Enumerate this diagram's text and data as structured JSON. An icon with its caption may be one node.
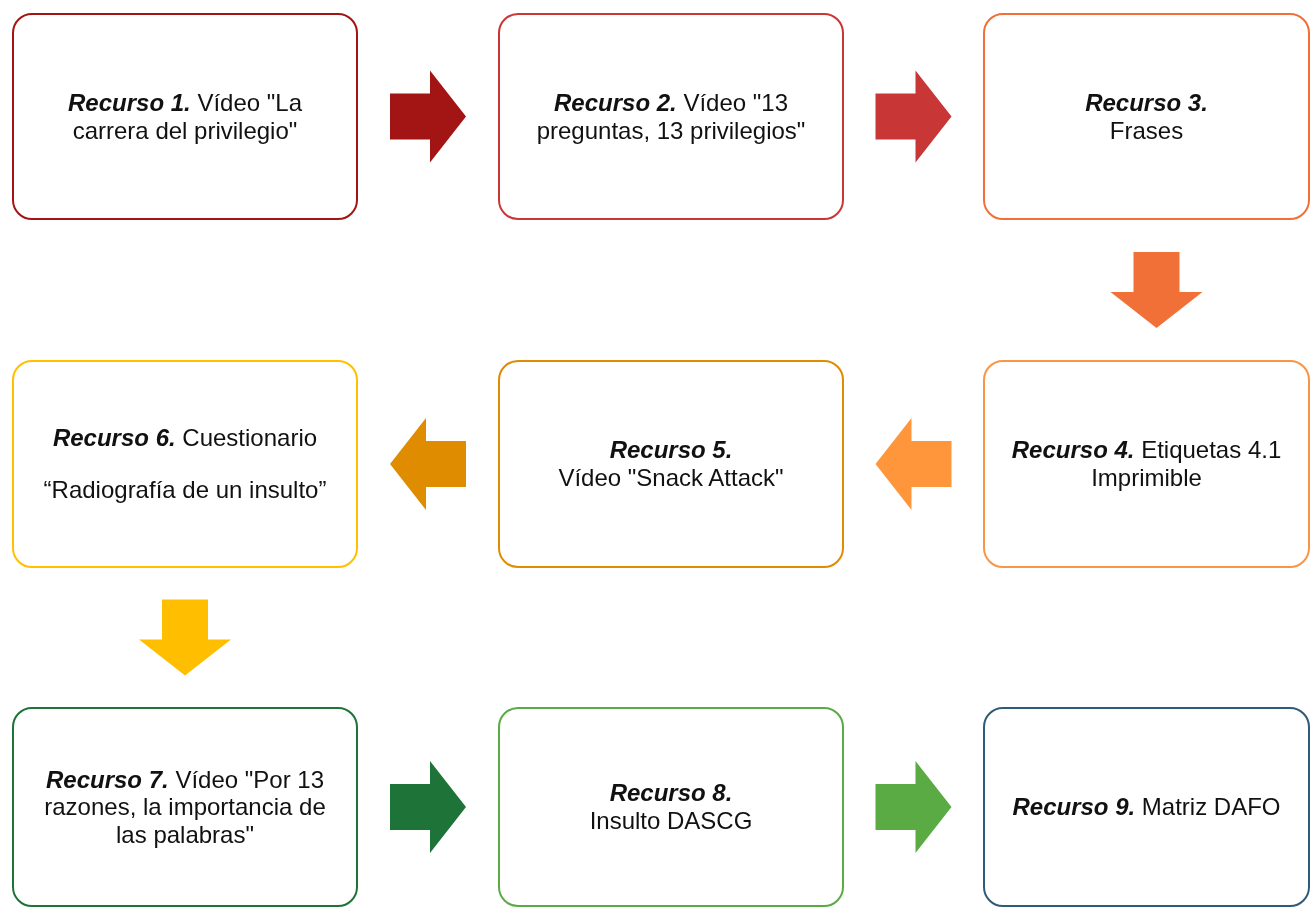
{
  "diagram": {
    "nodes": [
      {
        "text": [
          "Recurso 1.",
          "Vídeo \"La carrera del privilegio\""
        ]
      },
      {
        "text": [
          "Recurso 2.",
          "Vídeo \"13 preguntas, 13 privilegios\""
        ]
      },
      {
        "text": [
          "Recurso 3.",
          "Frases"
        ]
      },
      {
        "text": [
          "Recurso 4.",
          "Etiquetas 4.1 Imprimible"
        ]
      },
      {
        "text": [
          "Recurso 5.",
          "Vídeo \"Snack Attack\""
        ]
      },
      {
        "text": [
          "Recurso 6.",
          "Cuestionario “Radiografía de un insulto”"
        ]
      },
      {
        "text": [
          "Recurso 7.",
          "Vídeo \"Por 13 razones, la importancia de las palabras\""
        ]
      },
      {
        "text": [
          "Recurso 8.",
          "Insulto DASCG"
        ]
      },
      {
        "text": [
          "Recurso 9.",
          "Matriz DAFO"
        ]
      }
    ],
    "edges": [
      {
        "from": 0,
        "to": 1,
        "arrow": "to",
        "color": "#a31515"
      },
      {
        "from": 1,
        "to": 2,
        "arrow": "to",
        "color": "#c83636"
      },
      {
        "from": 2,
        "to": 3,
        "arrow": "to",
        "color": "#f07038"
      },
      {
        "from": 3,
        "to": 4,
        "arrow": "to",
        "color": "#ff963c"
      },
      {
        "from": 4,
        "to": 5,
        "arrow": "to",
        "color": "#e08c00"
      },
      {
        "from": 5,
        "to": 6,
        "arrow": "to",
        "color": "#ffbf00"
      },
      {
        "from": 6,
        "to": 7,
        "arrow": "to",
        "color": "#1e7338"
      },
      {
        "from": 7,
        "to": 8,
        "arrow": "to",
        "color": "#5aab44"
      }
    ]
  }
}
